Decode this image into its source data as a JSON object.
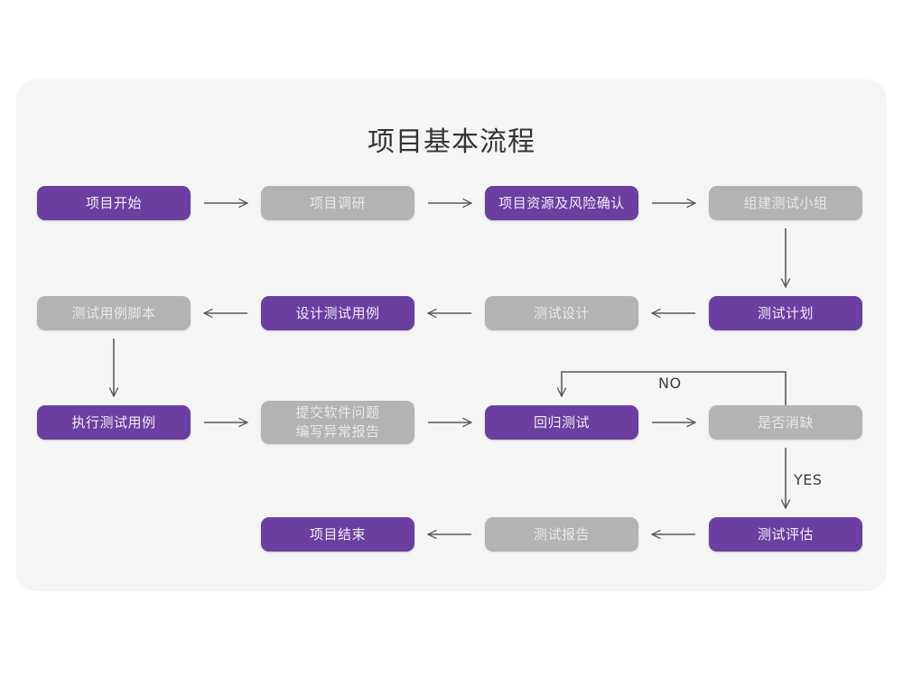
{
  "page": {
    "title": "项目基本流程",
    "background": "#ffffff",
    "card_background": "#f5f5f5"
  },
  "colors": {
    "accent_purple": "#6b3fa0",
    "muted_gray": "#b3b3b3",
    "connector": "#5a5a5a",
    "text_dark": "#333333"
  },
  "chart_data": {
    "type": "diagram",
    "title": "项目基本流程",
    "nodes": [
      {
        "id": "n1",
        "label": "项目开始",
        "style": "purple",
        "row": 1,
        "col": 1
      },
      {
        "id": "n2",
        "label": "项目调研",
        "style": "gray",
        "row": 1,
        "col": 2
      },
      {
        "id": "n3",
        "label": "项目资源及风险确认",
        "style": "purple",
        "row": 1,
        "col": 3
      },
      {
        "id": "n4",
        "label": "组建测试小组",
        "style": "gray",
        "row": 1,
        "col": 4
      },
      {
        "id": "n5",
        "label": "测试用例脚本",
        "style": "gray",
        "row": 2,
        "col": 1
      },
      {
        "id": "n6",
        "label": "设计测试用例",
        "style": "purple",
        "row": 2,
        "col": 2
      },
      {
        "id": "n7",
        "label": "测试设计",
        "style": "gray",
        "row": 2,
        "col": 3
      },
      {
        "id": "n8",
        "label": "测试计划",
        "style": "purple",
        "row": 2,
        "col": 4
      },
      {
        "id": "n9",
        "label": "执行测试用例",
        "style": "purple",
        "row": 3,
        "col": 1
      },
      {
        "id": "n10",
        "label": "提交软件问题\n编写异常报告",
        "style": "gray",
        "row": 3,
        "col": 2
      },
      {
        "id": "n11",
        "label": "回归测试",
        "style": "purple",
        "row": 3,
        "col": 3
      },
      {
        "id": "n12",
        "label": "是否消缺",
        "style": "gray",
        "row": 3,
        "col": 4
      },
      {
        "id": "n13",
        "label": "项目结束",
        "style": "purple",
        "row": 4,
        "col": 2
      },
      {
        "id": "n14",
        "label": "测试报告",
        "style": "gray",
        "row": 4,
        "col": 3
      },
      {
        "id": "n15",
        "label": "测试评估",
        "style": "purple",
        "row": 4,
        "col": 4
      }
    ],
    "edges": [
      {
        "from": "n1",
        "to": "n2",
        "direction": "right",
        "label": ""
      },
      {
        "from": "n2",
        "to": "n3",
        "direction": "right",
        "label": ""
      },
      {
        "from": "n3",
        "to": "n4",
        "direction": "right",
        "label": ""
      },
      {
        "from": "n4",
        "to": "n8",
        "direction": "down",
        "label": ""
      },
      {
        "from": "n8",
        "to": "n7",
        "direction": "left",
        "label": ""
      },
      {
        "from": "n7",
        "to": "n6",
        "direction": "left",
        "label": ""
      },
      {
        "from": "n6",
        "to": "n5",
        "direction": "left",
        "label": ""
      },
      {
        "from": "n5",
        "to": "n9",
        "direction": "down",
        "label": ""
      },
      {
        "from": "n9",
        "to": "n10",
        "direction": "right",
        "label": ""
      },
      {
        "from": "n10",
        "to": "n11",
        "direction": "right",
        "label": ""
      },
      {
        "from": "n11",
        "to": "n12",
        "direction": "right",
        "label": ""
      },
      {
        "from": "n12",
        "to": "n11",
        "direction": "loop-up-left",
        "label": "NO"
      },
      {
        "from": "n12",
        "to": "n15",
        "direction": "down",
        "label": "YES"
      },
      {
        "from": "n15",
        "to": "n14",
        "direction": "left",
        "label": ""
      },
      {
        "from": "n14",
        "to": "n13",
        "direction": "left",
        "label": ""
      }
    ],
    "edge_labels": {
      "no": "NO",
      "yes": "YES"
    }
  }
}
